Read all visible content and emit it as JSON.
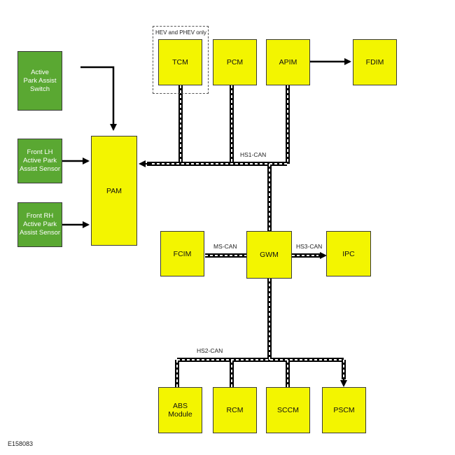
{
  "diagram": {
    "optional_group_label": "HEV and PHEV only",
    "modules": {
      "tcm": "TCM",
      "pcm": "PCM",
      "apim": "APIM",
      "fdim": "FDIM",
      "pam": "PAM",
      "fcim": "FCIM",
      "gwm": "GWM",
      "ipc": "IPC",
      "abs_line1": "ABS",
      "abs_line2": "Module",
      "rcm": "RCM",
      "sccm": "SCCM",
      "pscm": "PSCM"
    },
    "switch": {
      "line1": "Active",
      "line2": "Park Assist",
      "line3": "Switch"
    },
    "front_lh": {
      "line1": "Front LH",
      "line2": "Active Park",
      "line3": "Assist Sensor"
    },
    "front_rh": {
      "line1": "Front RH",
      "line2": "Active Park",
      "line3": "Assist Sensor"
    },
    "buses": {
      "hs1": "HS1-CAN",
      "ms": "MS-CAN",
      "hs3": "HS3-CAN",
      "hs2": "HS2-CAN"
    },
    "figure_code": "E158083",
    "colors": {
      "module_fill": "#f3f500",
      "sensor_fill": "#5aa832",
      "wire": "#000000"
    }
  }
}
